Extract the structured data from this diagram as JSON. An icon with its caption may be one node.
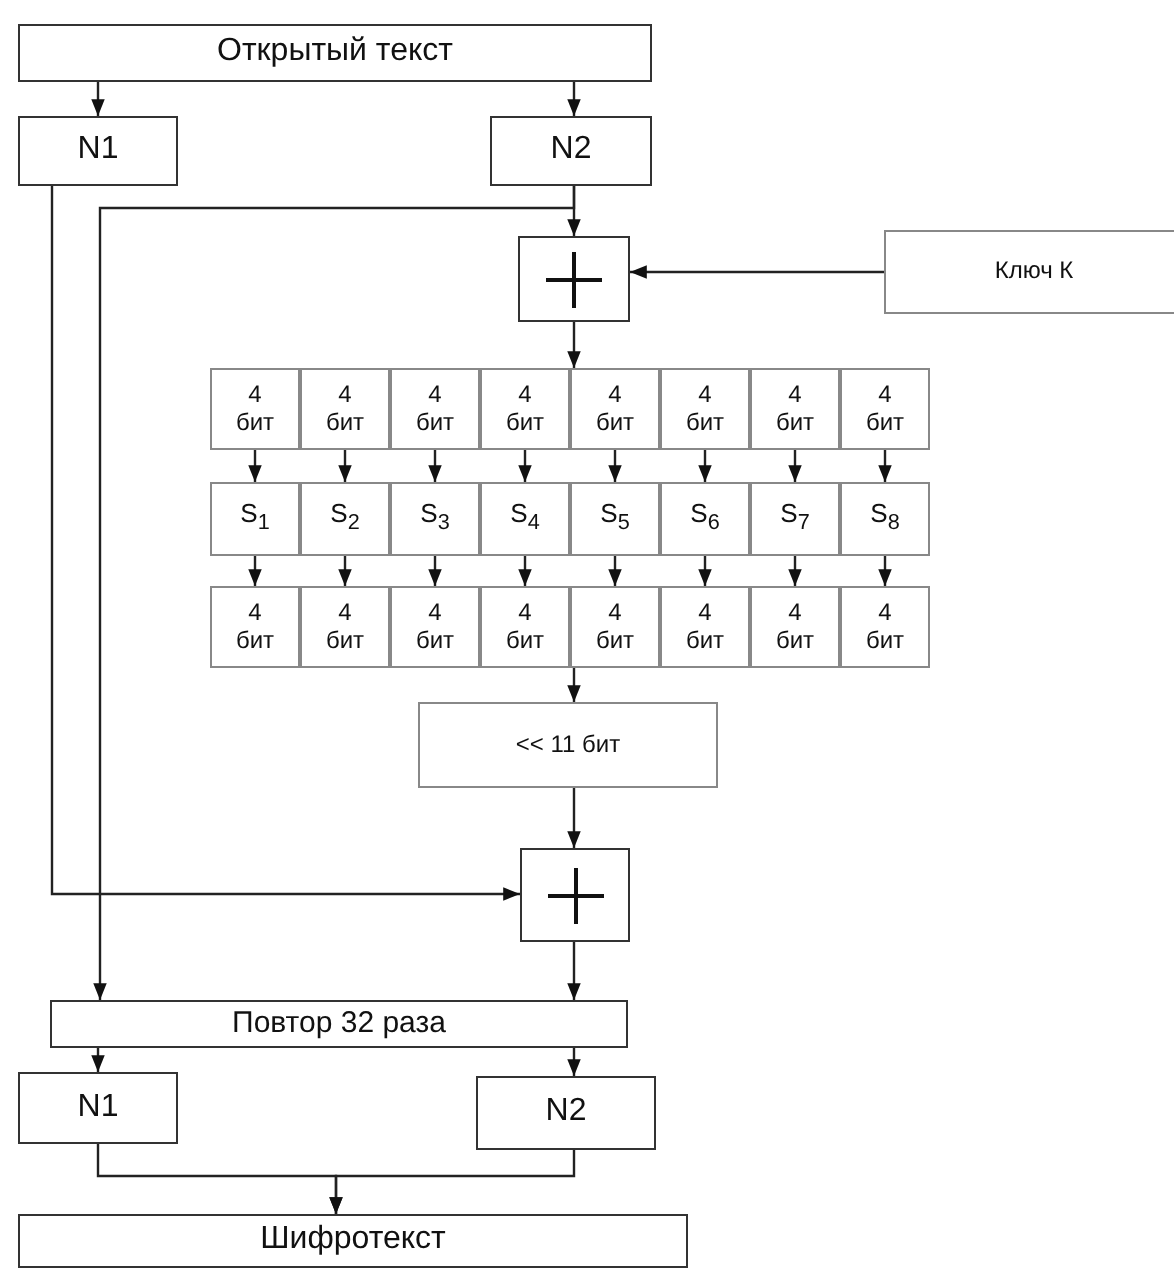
{
  "diagram": {
    "nodes": [
      {
        "text": [
          "Открытый текст"
        ]
      },
      {
        "text": [
          "N1"
        ]
      },
      {
        "text": [
          "N2"
        ]
      },
      {
        "text": [],
        "shape": "box"
      },
      {
        "text": [
          "Ключ К"
        ]
      },
      {
        "text": [
          "4 бит"
        ]
      },
      {
        "text": [
          "4 бит"
        ]
      },
      {
        "text": [
          "4 бит"
        ]
      },
      {
        "text": [
          "4 бит"
        ]
      },
      {
        "text": [
          "4 бит"
        ]
      },
      {
        "text": [
          "4 бит"
        ]
      },
      {
        "text": [
          "4 бит"
        ]
      },
      {
        "text": [
          "4 бит"
        ]
      },
      {
        "text": [
          "S$_{1}$"
        ]
      },
      {
        "text": [
          "S$_{2}$"
        ]
      },
      {
        "text": [
          "S$_{3}$"
        ]
      },
      {
        "text": [
          "S$_{4}$"
        ]
      },
      {
        "text": [
          "S$_{5}$"
        ]
      },
      {
        "text": [
          "S$_{6}$"
        ]
      },
      {
        "text": [
          "S$_{7}$"
        ]
      },
      {
        "text": [
          "S$_{8}$"
        ]
      },
      {
        "text": [
          "4 бит"
        ]
      },
      {
        "text": [
          "4 бит"
        ]
      },
      {
        "text": [
          "4 бит"
        ]
      },
      {
        "text": [
          "4 бит"
        ]
      },
      {
        "text": [
          "4 бит"
        ]
      },
      {
        "text": [
          "4 бит"
        ]
      },
      {
        "text": [
          "4 бит"
        ]
      },
      {
        "text": [
          "4 бит"
        ]
      },
      {
        "text": [
          "<< 11 бит"
        ]
      },
      {
        "text": [],
        "shape": "box"
      },
      {
        "text": [
          "Повтор 32 раза"
        ]
      },
      {
        "text": [
          "N1"
        ]
      },
      {
        "text": [
          "N2"
        ]
      },
      {
        "text": [
          "Шифротекст"
        ]
      }
    ],
    "edges": [
      {
        "from": 0,
        "to": 1,
        "arrow": "to"
      },
      {
        "from": 0,
        "to": 2,
        "arrow": "to"
      },
      {
        "from": 2,
        "to": 3,
        "arrow": "to"
      },
      {
        "from": 2,
        "to": 31,
        "arrow": "to"
      },
      {
        "from": 1,
        "to": 30,
        "arrow": "to"
      },
      {
        "from": 4,
        "to": 3,
        "arrow": "to"
      },
      {
        "from": 3,
        "to": 9,
        "arrow": "to"
      },
      {
        "from": 5,
        "to": 13,
        "arrow": "to"
      },
      {
        "from": 6,
        "to": 14,
        "arrow": "to"
      },
      {
        "from": 7,
        "to": 15,
        "arrow": "to"
      },
      {
        "from": 8,
        "to": 16,
        "arrow": "to"
      },
      {
        "from": 9,
        "to": 17,
        "arrow": "to"
      },
      {
        "from": 10,
        "to": 18,
        "arrow": "to"
      },
      {
        "from": 11,
        "to": 19,
        "arrow": "to"
      },
      {
        "from": 12,
        "to": 20,
        "arrow": "to"
      },
      {
        "from": 13,
        "to": 21,
        "arrow": "to"
      },
      {
        "from": 14,
        "to": 22,
        "arrow": "to"
      },
      {
        "from": 15,
        "to": 23,
        "arrow": "to"
      },
      {
        "from": 16,
        "to": 24,
        "arrow": "to"
      },
      {
        "from": 17,
        "to": 25,
        "arrow": "to"
      },
      {
        "from": 18,
        "to": 26,
        "arrow": "to"
      },
      {
        "from": 19,
        "to": 27,
        "arrow": "to"
      },
      {
        "from": 20,
        "to": 28,
        "arrow": "to"
      },
      {
        "from": 25,
        "to": 29,
        "arrow": "to"
      },
      {
        "from": 29,
        "to": 30,
        "arrow": "to"
      },
      {
        "from": 30,
        "to": 31,
        "arrow": "to"
      },
      {
        "from": 31,
        "to": 32,
        "arrow": "to"
      },
      {
        "from": 31,
        "to": 33,
        "arrow": "to"
      },
      {
        "from": 32,
        "to": 34,
        "arrow": "to"
      },
      {
        "from": 33,
        "to": 34,
        "arrow": "to"
      }
    ]
  }
}
